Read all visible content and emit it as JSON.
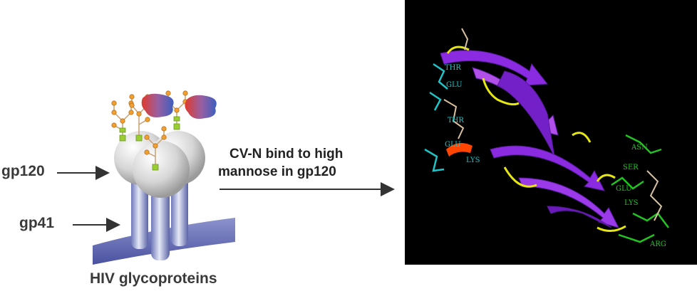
{
  "left_panel": {
    "gp120_label": "gp120",
    "gp41_label": "gp41",
    "caption": "HIV glycoproteins"
  },
  "arrow": {
    "line1": "CV-N bind to high",
    "line2": "mannose in gp120"
  },
  "structure": {
    "residues_left": [
      "THR",
      "GLU",
      "THR",
      "GLU",
      "LYS"
    ],
    "residues_right": [
      "ASN",
      "SER",
      "GLU",
      "LYS",
      "ARG"
    ],
    "colors": {
      "strand": "#8a2be2",
      "loop": "#e6e614",
      "helix": "#ff4500",
      "left_sidechains": "#20c4c8",
      "right_sidechains": "#22c422",
      "background": "#000000"
    }
  }
}
